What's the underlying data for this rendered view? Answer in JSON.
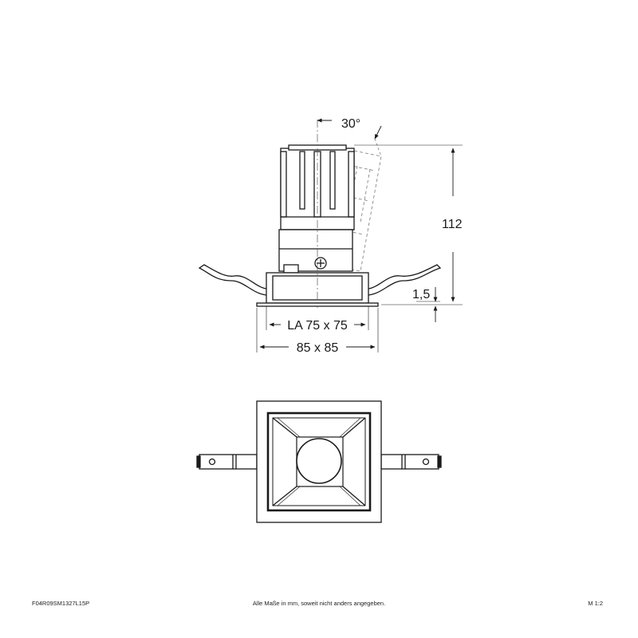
{
  "drawing": {
    "side_view": {
      "tilt_angle_label": "30°",
      "height_label": "112",
      "flange_label": "1,5",
      "cutout_label": "LA 75 x 75",
      "outer_label": "85 x 85"
    }
  },
  "footer": {
    "article_code": "F04R09SM1327L15P",
    "note": "Alle Maße in mm, soweit nicht anders angegeben.",
    "scale": "M 1:2"
  }
}
